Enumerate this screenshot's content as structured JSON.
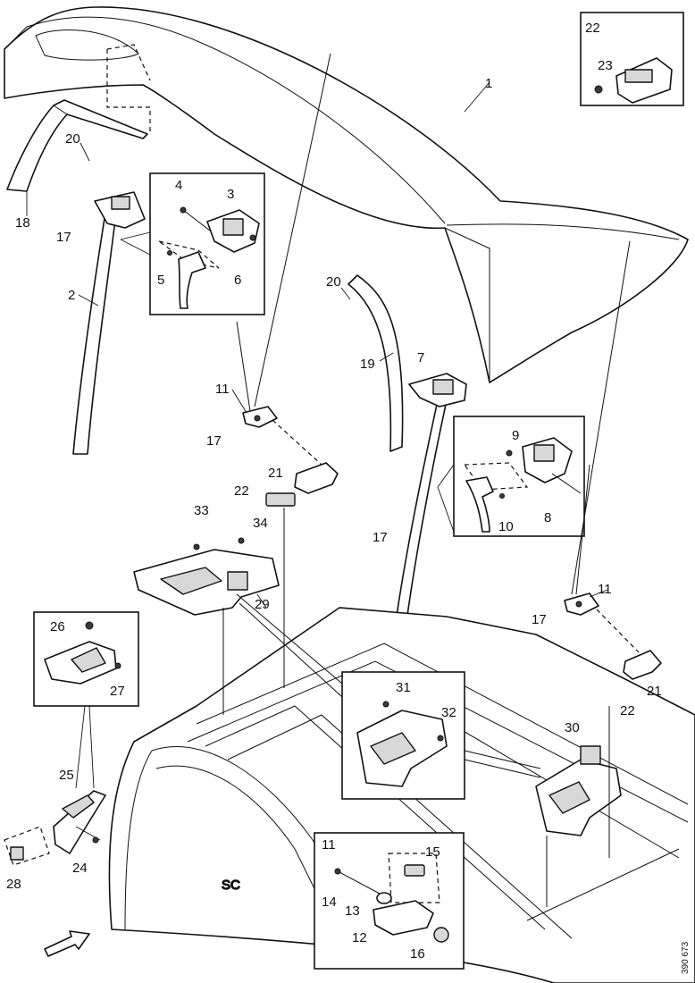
{
  "labels": {
    "p1": "1",
    "p2": "2",
    "p3": "3",
    "p4": "4",
    "p5": "5",
    "p6": "6",
    "p7": "7",
    "p8": "8",
    "p9": "9",
    "p10": "10",
    "p11a": "11",
    "p11b": "11",
    "p11c": "11",
    "p12": "12",
    "p13": "13",
    "p14": "14",
    "p15": "15",
    "p16": "16",
    "p17a": "17",
    "p17b": "17",
    "p17c": "17",
    "p17d": "17",
    "p18": "18",
    "p19": "19",
    "p20a": "20",
    "p20b": "20",
    "p21a": "21",
    "p21b": "21",
    "p22a": "22",
    "p22b": "22",
    "p22c": "22",
    "p23": "23",
    "p24": "24",
    "p25": "25",
    "p26": "26",
    "p27": "27",
    "p28": "28",
    "p29": "29",
    "p30": "30",
    "p31": "31",
    "p32": "32",
    "p33": "33",
    "p34": "34"
  },
  "reference_code": "390 673"
}
